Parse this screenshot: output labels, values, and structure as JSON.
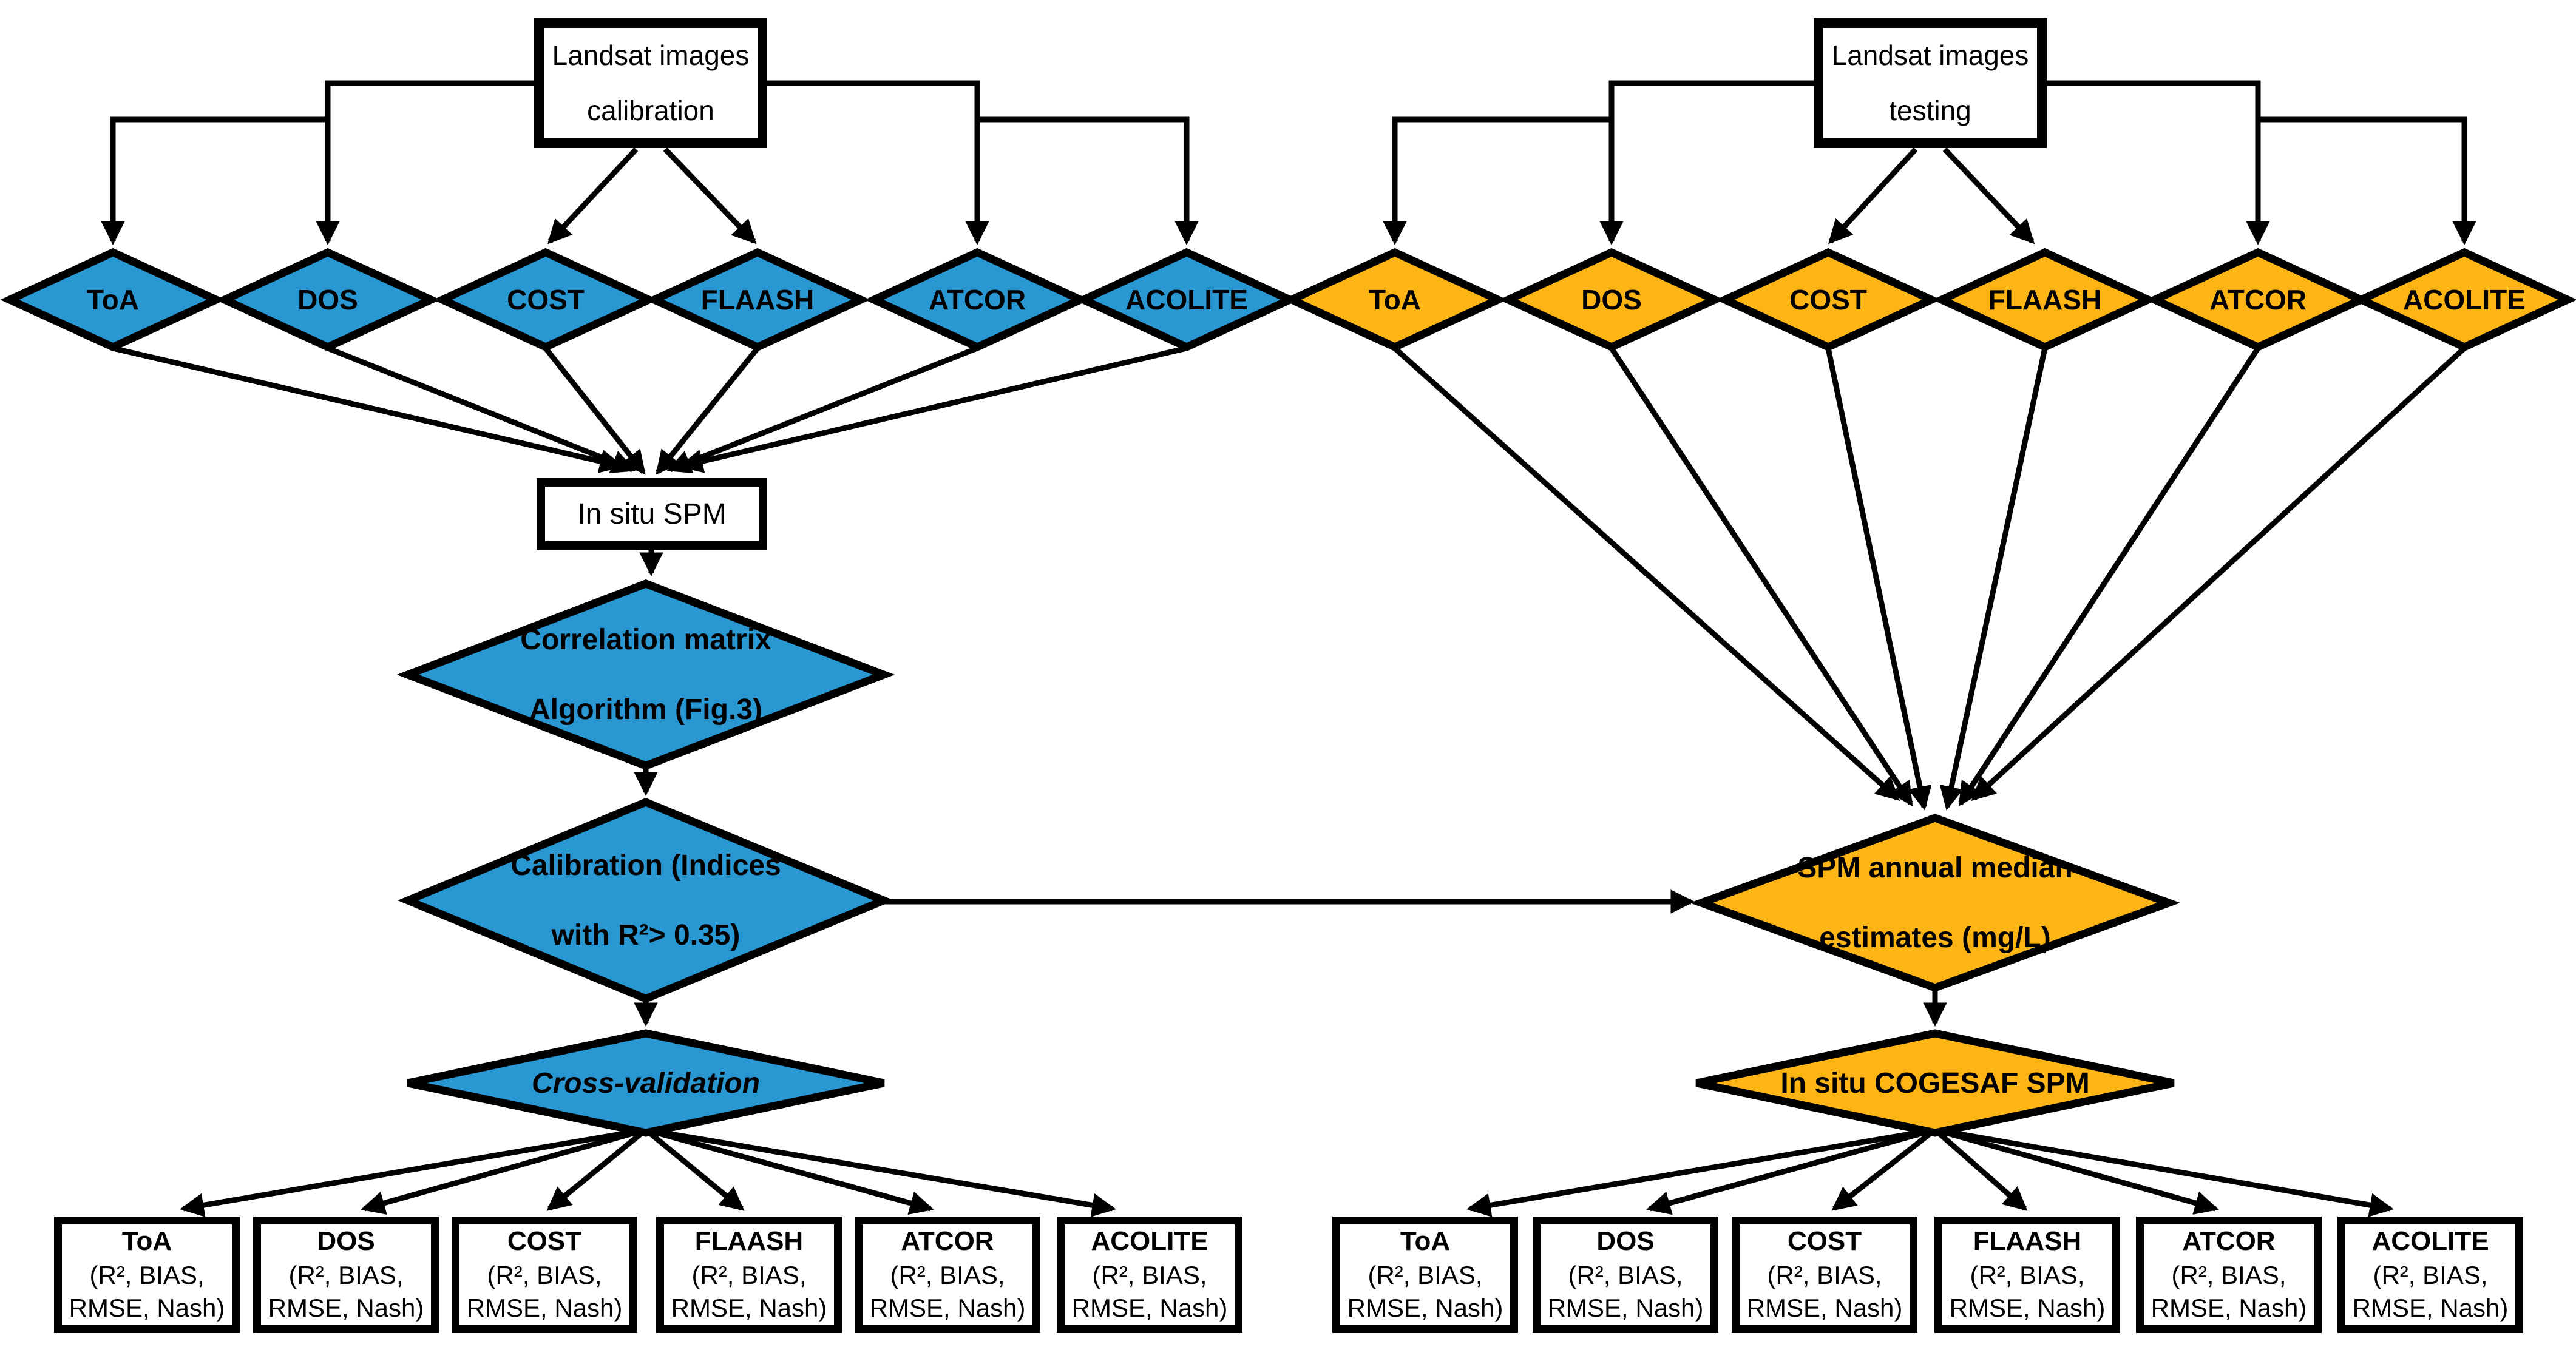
{
  "palette": {
    "blue": "#2897D2",
    "orange": "#FCB514",
    "line": "#000000",
    "bg": "#FFFFFF"
  },
  "metrics": {
    "line1": "(R², BIAS,",
    "line2": "RMSE, Nash)"
  },
  "left": {
    "source_box": {
      "line1": "Landsat images",
      "line2": "calibration"
    },
    "methods": [
      "ToA",
      "DOS",
      "COST",
      "FLAASH",
      "ATCOR",
      "ACOLITE"
    ],
    "insitu_label": "In situ SPM",
    "correlation": {
      "line1": "Correlation matrix",
      "line2": "Algorithm (Fig.3)"
    },
    "calibration": {
      "line1": "Calibration (Indices",
      "line2": "with R²> 0.35)"
    },
    "crossval_label": "Cross-validation",
    "result_titles": [
      "ToA",
      "DOS",
      "COST",
      "FLAASH",
      "ATCOR",
      "ACOLITE"
    ]
  },
  "right": {
    "source_box": {
      "line1": "Landsat images",
      "line2": "testing"
    },
    "methods": [
      "ToA",
      "DOS",
      "COST",
      "FLAASH",
      "ATCOR",
      "ACOLITE"
    ],
    "spm_annual": {
      "line1": "SPM annual median",
      "line2": "estimates (mg/L)"
    },
    "cogesaf_label": "In situ COGESAF SPM",
    "result_titles": [
      "ToA",
      "DOS",
      "COST",
      "FLAASH",
      "ATCOR",
      "ACOLITE"
    ]
  }
}
